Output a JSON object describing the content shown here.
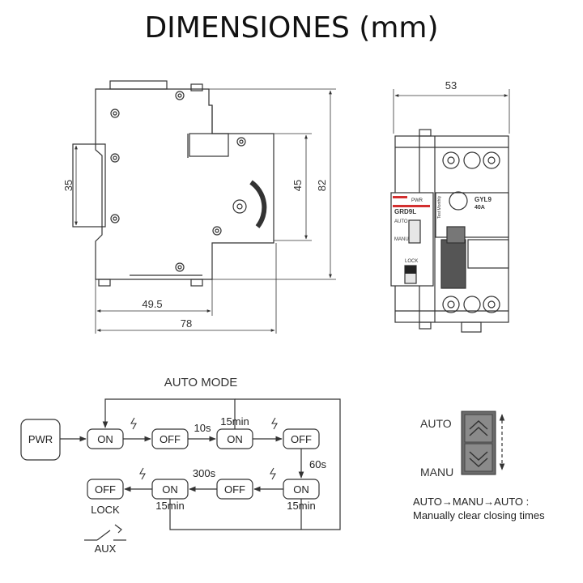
{
  "title": "DIMENSIONES (mm)",
  "side_view": {
    "dim_height_35": "35",
    "dim_height_45": "45",
    "dim_height_82": "82",
    "dim_width_49_5": "49.5",
    "dim_width_78": "78"
  },
  "front_view": {
    "dim_width_53": "53",
    "label_pwr": "PWR",
    "label_model": "GRD9L",
    "label_auto": "AUTO",
    "label_manu": "MANU",
    "label_lock": "LOCK",
    "label_gyl9": "GYL9",
    "label_rating": "40A",
    "label_test": "Test Monthly"
  },
  "auto_mode": {
    "title": "AUTO MODE",
    "pwr": "PWR",
    "row1": [
      "ON",
      "OFF",
      "ON",
      "OFF"
    ],
    "row2": [
      "OFF",
      "ON",
      "OFF",
      "ON"
    ],
    "t_10s": "10s",
    "t_15min_top": "15min",
    "t_60s": "60s",
    "t_300s": "300s",
    "t_15min_left": "15min",
    "t_15min_right": "15min",
    "lock": "LOCK",
    "aux": "AUX"
  },
  "switch_legend": {
    "auto": "AUTO",
    "manu": "MANU",
    "note_line1": "AUTO→MANU→AUTO :",
    "note_line2": "Manually clear closing times"
  }
}
